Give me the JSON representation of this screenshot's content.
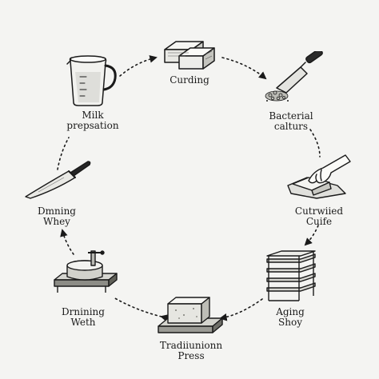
{
  "diagram": {
    "steps": [
      {
        "id": "curding",
        "lines": [
          "Curding"
        ],
        "icon": "cheese-block-icon"
      },
      {
        "id": "bacterial",
        "lines": [
          "Bacterial",
          "calturs"
        ],
        "icon": "knife-cutting-curd-icon"
      },
      {
        "id": "cutrwiied",
        "lines": [
          "Cutrwiied",
          "Cuife"
        ],
        "icon": "hand-cheese-icon"
      },
      {
        "id": "aging",
        "lines": [
          "Aging",
          "Shoy"
        ],
        "icon": "aging-shelf-icon"
      },
      {
        "id": "press",
        "lines": [
          "Tradiiunionn",
          "Press"
        ],
        "icon": "cheese-press-block-icon"
      },
      {
        "id": "draining-weth",
        "lines": [
          "Drnining",
          "Weth"
        ],
        "icon": "press-machine-icon"
      },
      {
        "id": "draining-whey",
        "lines": [
          "Dmning",
          "Whey"
        ],
        "icon": "knife-icon"
      },
      {
        "id": "milk",
        "lines": [
          "Milk",
          "prepsation"
        ],
        "icon": "milk-pitcher-icon"
      }
    ]
  }
}
